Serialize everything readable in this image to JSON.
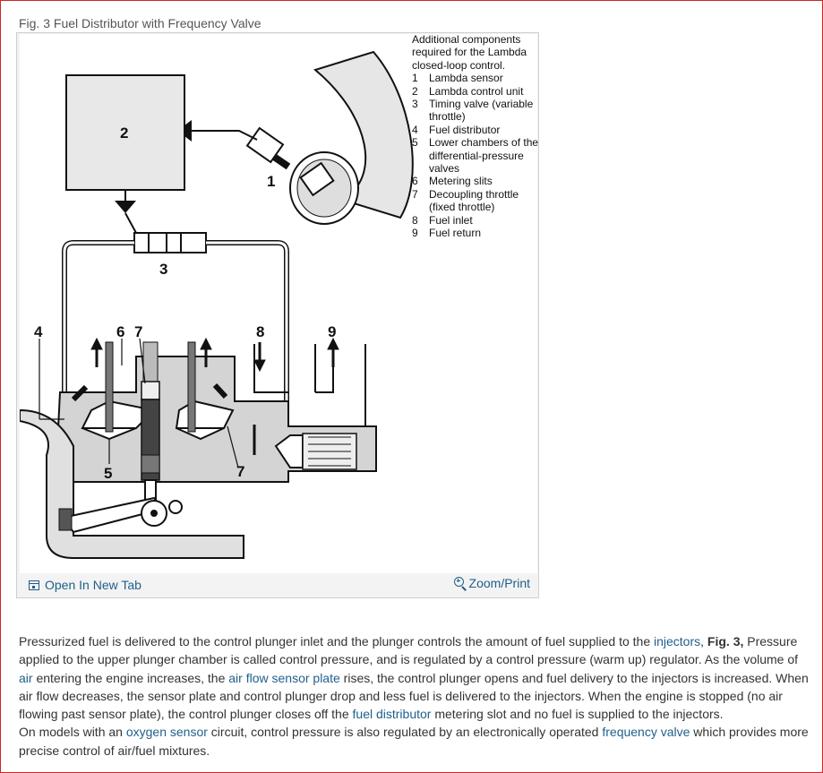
{
  "figure": {
    "caption": "Fig. 3 Fuel Distributor with Frequency Valve",
    "legend": {
      "title": "Additional components required for the Lambda closed-loop control.",
      "items": [
        {
          "num": "1",
          "label": "Lambda sensor"
        },
        {
          "num": "2",
          "label": "Lambda control unit"
        },
        {
          "num": "3",
          "label": "Timing valve (variable throttle)"
        },
        {
          "num": "4",
          "label": "Fuel distributor"
        },
        {
          "num": "5",
          "label": "Lower chambers of the differential-pressure valves"
        },
        {
          "num": "6",
          "label": "Metering slits"
        },
        {
          "num": "7",
          "label": "Decoupling throttle (fixed throttle)"
        },
        {
          "num": "8",
          "label": "Fuel inlet"
        },
        {
          "num": "9",
          "label": "Fuel return"
        }
      ]
    },
    "part_labels": {
      "p1": "1",
      "p2": "2",
      "p3": "3",
      "p4": "4",
      "p5": "5",
      "p6": "6",
      "p7a": "7",
      "p7b": "7",
      "p8": "8",
      "p9": "9"
    },
    "open_in_new_tab": "Open In New Tab",
    "zoom_print": "Zoom/Print"
  },
  "article": {
    "s1": "Pressurized fuel is delivered to the control plunger inlet and the plunger controls the amount of fuel supplied to the ",
    "link_injectors": "injectors",
    "s2": ", ",
    "fig_ref": "Fig. 3,",
    "s3": " Pressure applied to the upper plunger chamber is called control pressure, and is regulated by a control pressure (warm up) regulator. As the volume of ",
    "link_air": "air",
    "s4": " entering the engine increases, the ",
    "link_air_flow_sensor_plate": "air flow sensor plate",
    "s5": " rises, the control plunger opens and fuel delivery to the injectors is increased. When air flow decreases, the sensor plate and control plunger drop and less fuel is delivered to the injectors. When the engine is stopped (no air flowing past sensor plate), the control plunger closes off the ",
    "link_fuel_distributor": "fuel distributor",
    "s6": " metering slot and no fuel is supplied to the injectors.",
    "s7": "On models with an ",
    "link_oxygen_sensor": "oxygen sensor",
    "s8": " circuit, control pressure is also regulated by an electronically operated ",
    "link_frequency_valve": "frequency valve",
    "s9": " which provides more precise control of air/fuel mixtures."
  },
  "colors": {
    "link": "#1f5f8b",
    "border": "#c8282b",
    "text": "#333333"
  }
}
